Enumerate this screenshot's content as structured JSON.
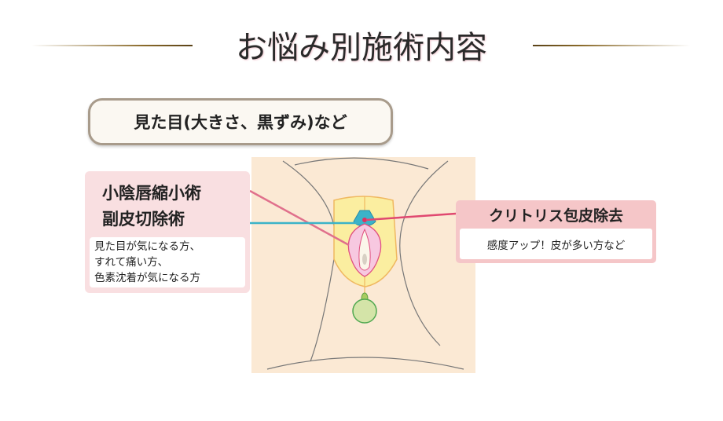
{
  "title": "お悩み別施術内容",
  "badge": "見た目(大きさ、黒ずみ)など",
  "left_box": {
    "line1": "小陰唇縮小術",
    "line2": "副皮切除術",
    "desc": [
      "見た目が気になる方、",
      "すれて痛い方、",
      "色素沈着が気になる方"
    ]
  },
  "right_box": {
    "title": "クリトリス包皮除去",
    "desc": "感度アップ！皮が多い方など"
  },
  "colors": {
    "pink_box": "#f9dfe1",
    "right_header": "#f5c6c8",
    "skin": "#fbe9d4",
    "cyan": "#3bb3c8",
    "pink_line": "#e0708c"
  }
}
